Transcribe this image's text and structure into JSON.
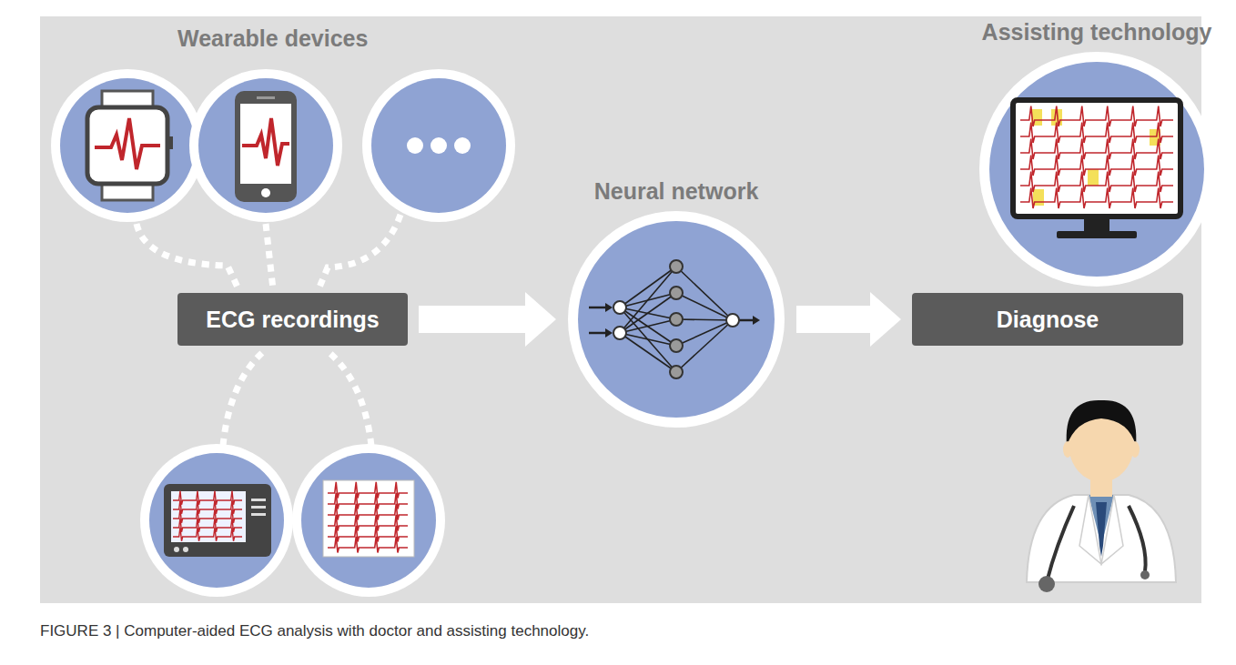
{
  "diagram": {
    "caption": "FIGURE 3 | Computer-aided ECG analysis with doctor and assisting technology.",
    "nodes": [
      {
        "text": [
          "ECG recordings"
        ]
      },
      {
        "text": [
          "Neural network"
        ]
      },
      {
        "text": [
          "Assisting technology"
        ]
      },
      {
        "text": [
          "Diagnose"
        ]
      }
    ],
    "edges": [
      {
        "from": 0,
        "to": 1,
        "arrow": "to"
      },
      {
        "from": 1,
        "to": 3,
        "arrow": "to"
      }
    ],
    "labels": [
      "Wearable devices"
    ]
  }
}
